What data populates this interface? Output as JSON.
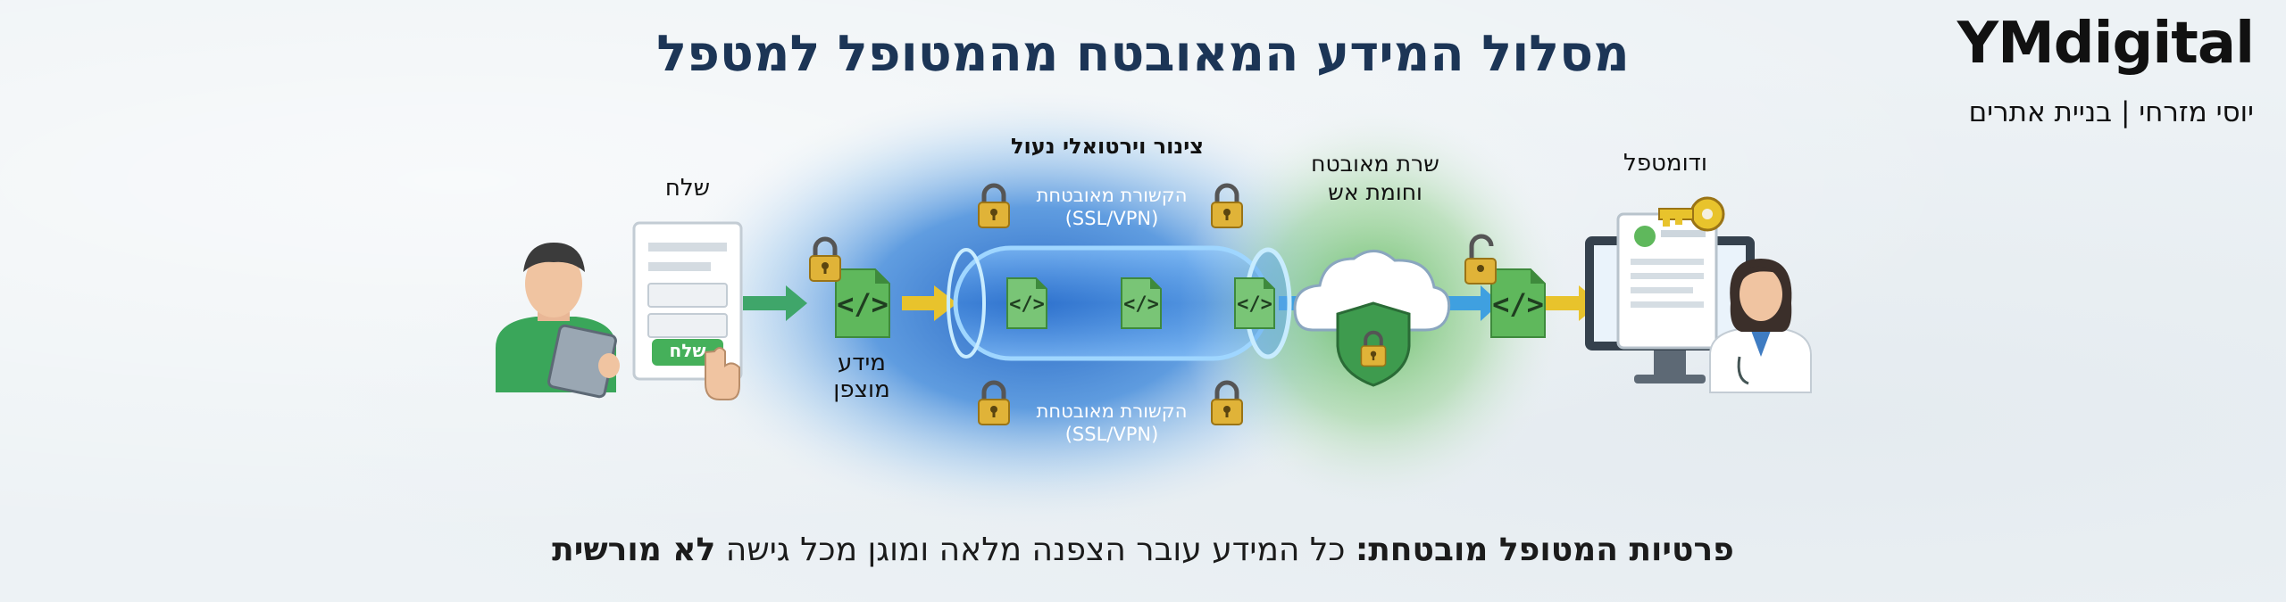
{
  "title": "מסלול המידע המאובטח מהמטופל למטפל",
  "brand": {
    "name": "YMdigital",
    "subtitle": "יוסי מזרחי | בניית אתרים"
  },
  "diagram": {
    "sender_label": "שלח",
    "send_button": "שלח",
    "encrypted_data_label_line1": "מידע",
    "encrypted_data_label_line2": "מוצפן",
    "tunnel_label": "צינור וירטואלי נעול",
    "ssl_top_line1": "הקשורת מאובטחת",
    "ssl_top_line2": "(SSL/VPN)",
    "ssl_bottom_line1": "הקשורת מאובטחת",
    "ssl_bottom_line2": "(SSL/VPN)",
    "server_label_line1": "שרת מאובטח",
    "server_label_line2": "וחומת אש",
    "receiver_label": "ודומטפל"
  },
  "footer": {
    "bold_prefix": "פרטיות המטופל מובטחת:",
    "text": " כל המידע עובר הצפנה מלאה ומוגן מכל גישה ",
    "bold_suffix": "לא מורשית"
  },
  "colors": {
    "title": "#1c3556",
    "arrow_green": "#3fa66a",
    "arrow_yellow": "#e8c32c",
    "file_green": "#5fb85c",
    "lock_gold": "#e0b338",
    "tunnel_blue": "#2f7fd8",
    "server_glow": "#6cc36a"
  }
}
